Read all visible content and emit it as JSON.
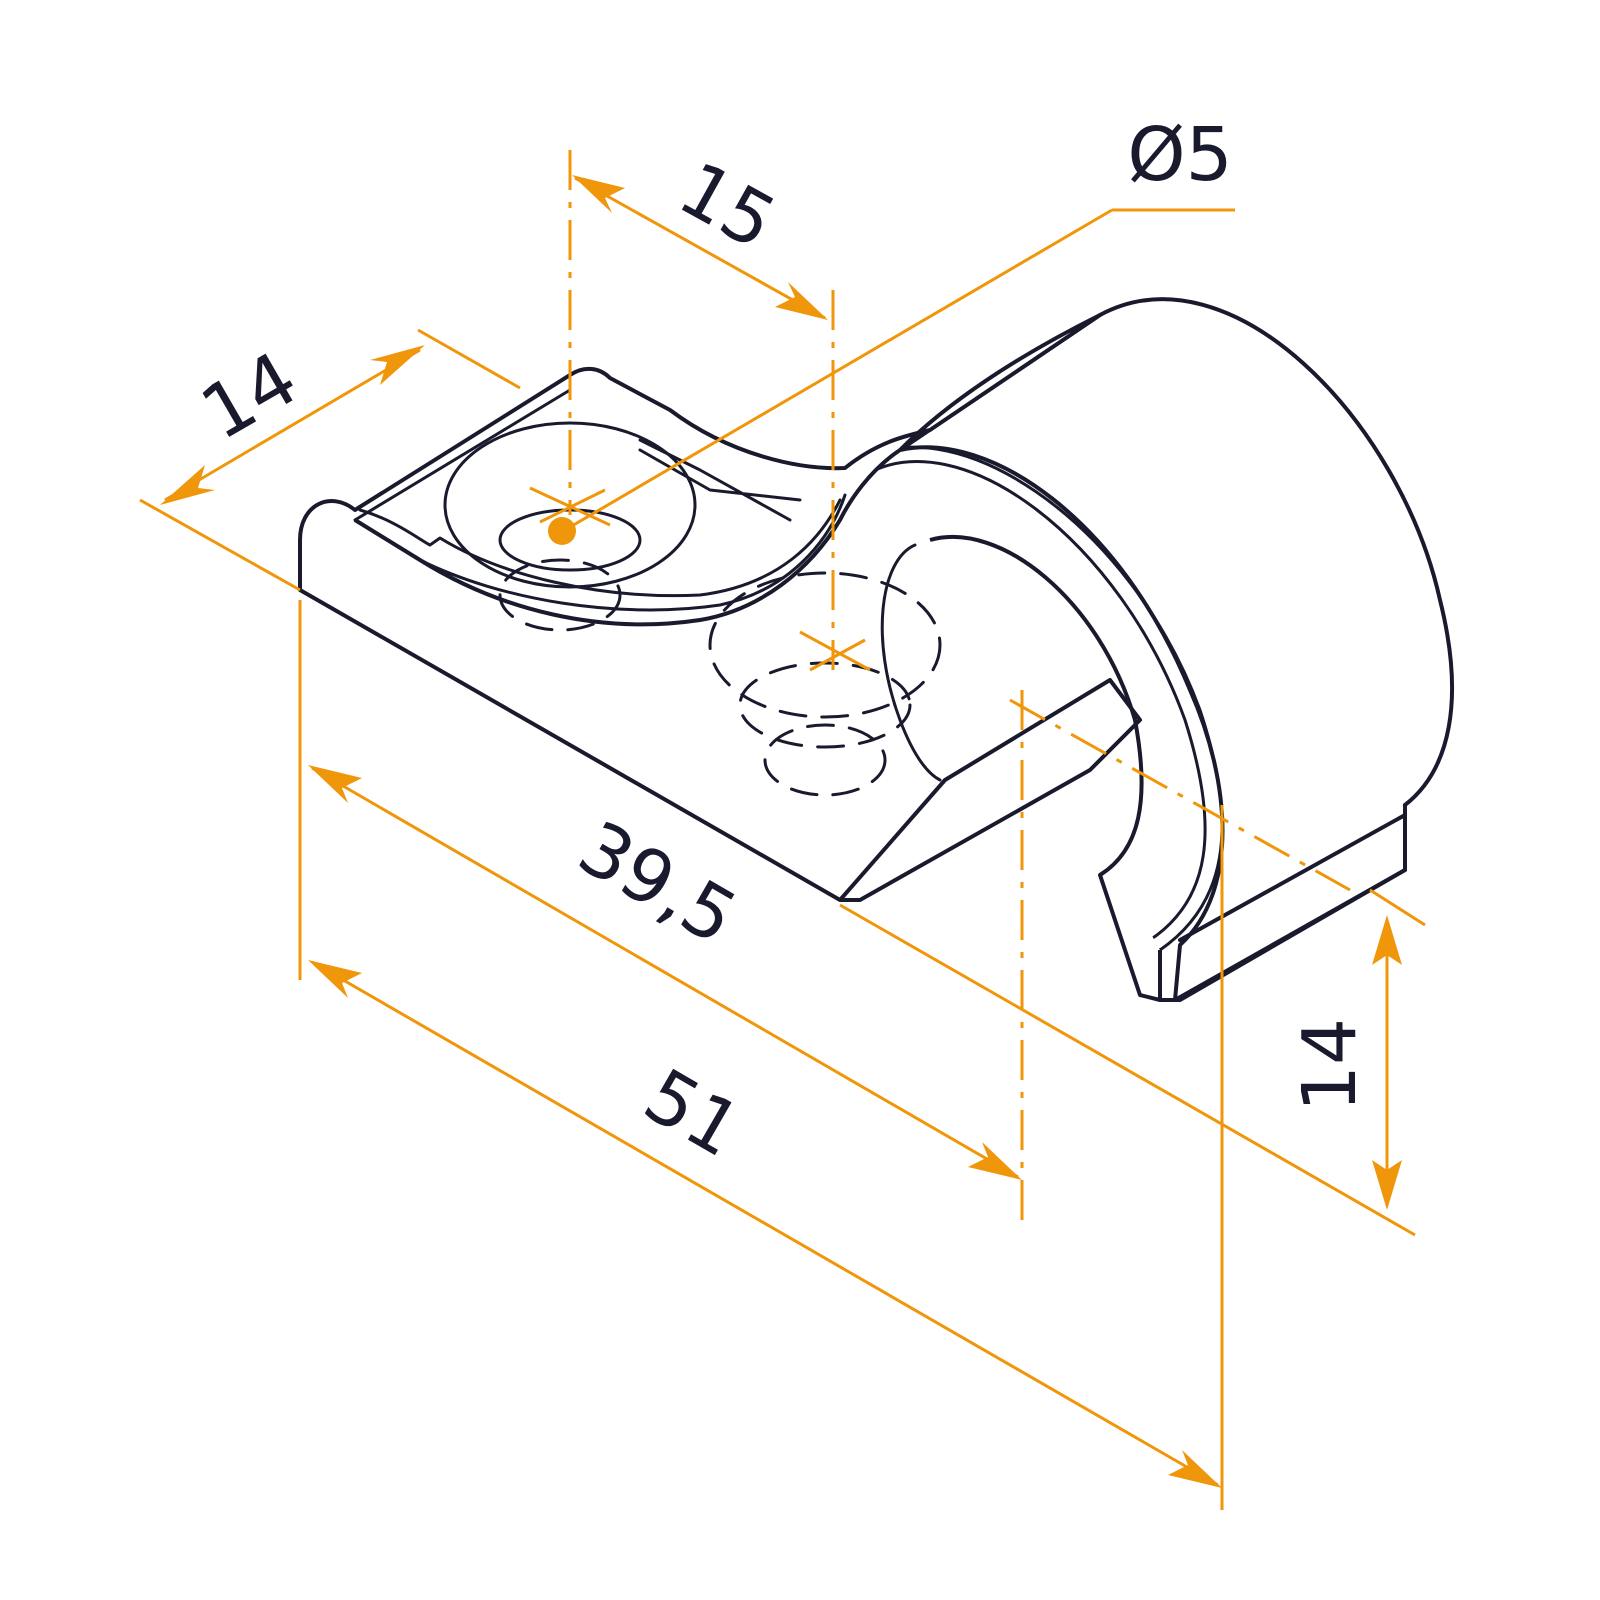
{
  "colors": {
    "outline": "#1a1a2e",
    "accent": "#f0960a",
    "background": "#ffffff"
  },
  "dimensions": {
    "width_top": "14",
    "hole_spacing": "15",
    "diameter": "Ø5",
    "inner_length": "39,5",
    "overall_length": "51",
    "height": "14"
  }
}
